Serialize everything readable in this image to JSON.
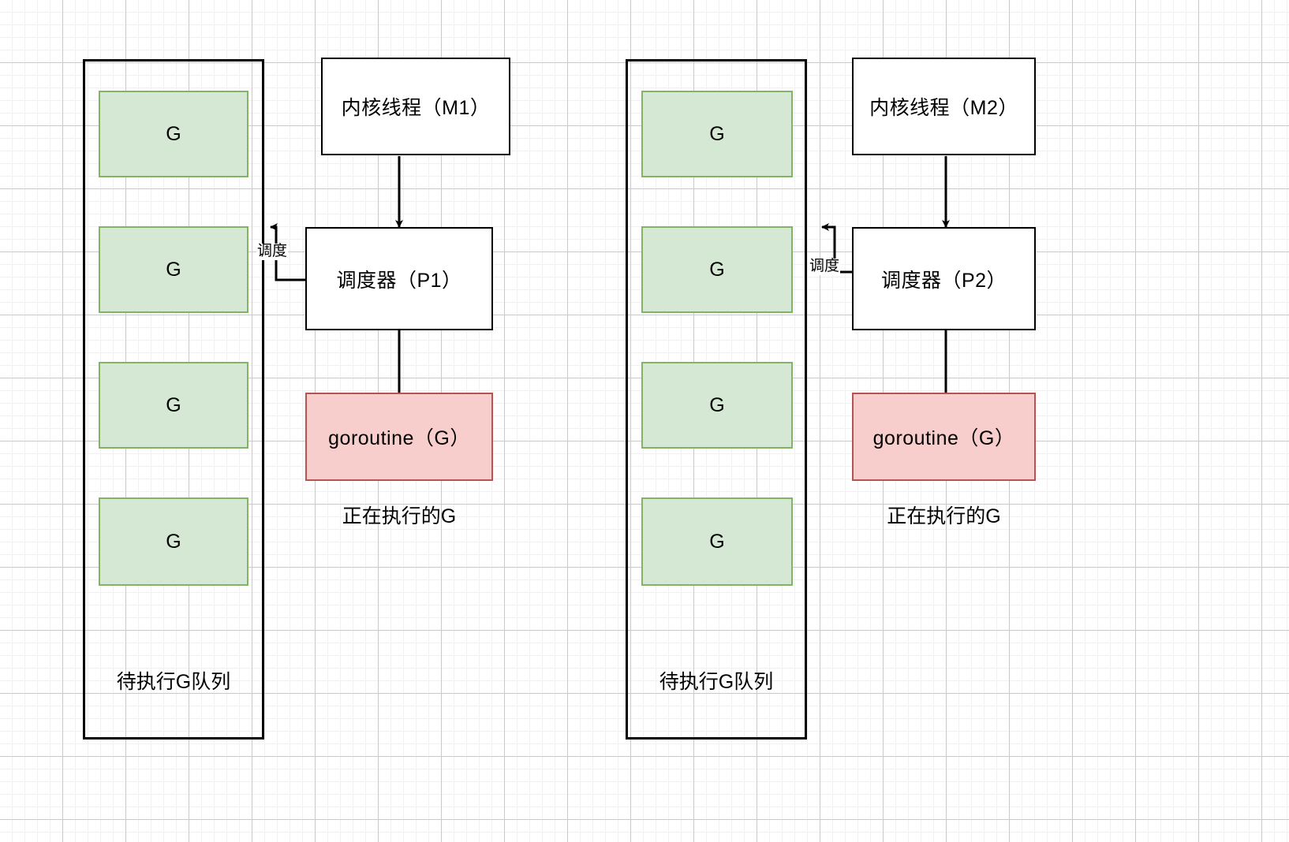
{
  "diagram": {
    "title_visible": false,
    "colors": {
      "queue_border": "#000000",
      "g_fill": "#d5e8d4",
      "g_border": "#82b366",
      "goroutine_fill": "#f8cecc",
      "goroutine_border": "#b85450",
      "proc_fill": "#ffffff",
      "proc_border": "#000000",
      "grid_major": "#c9c9c9",
      "grid_minor": "#f1f1f1"
    },
    "groups": [
      {
        "id": "group-1",
        "queue_label": "待执行G队列",
        "queue_items": [
          {
            "label": "G"
          },
          {
            "label": "G"
          },
          {
            "label": "G"
          },
          {
            "label": "G"
          }
        ],
        "kernel_thread": "内核线程（M1）",
        "scheduler": "调度器（P1）",
        "goroutine": "goroutine（G）",
        "goroutine_caption": "正在执行的G",
        "schedule_edge_label": "调度"
      },
      {
        "id": "group-2",
        "queue_label": "待执行G队列",
        "queue_items": [
          {
            "label": "G"
          },
          {
            "label": "G"
          },
          {
            "label": "G"
          },
          {
            "label": "G"
          }
        ],
        "kernel_thread": "内核线程（M2）",
        "scheduler": "调度器（P2）",
        "goroutine": "goroutine（G）",
        "goroutine_caption": "正在执行的G",
        "schedule_edge_label": "调度"
      }
    ]
  }
}
